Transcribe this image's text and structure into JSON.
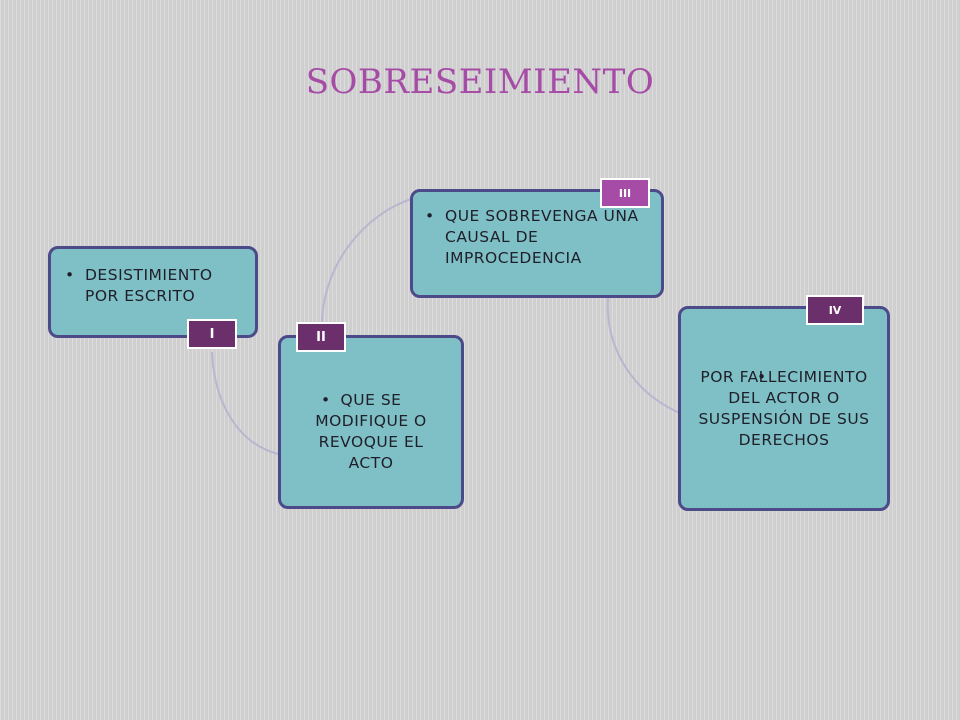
{
  "title": "SOBRESEIMIENTO",
  "colors": {
    "title": "#a64ca6",
    "box_fill": "#7fbfc6",
    "box_border": "#4d4a8a",
    "tag_dark": "#6b2f6b",
    "tag_light": "#a64ca6",
    "connector": "#b9b6cf"
  },
  "items": [
    {
      "number": "I",
      "text": "DESISTIMIENTO POR ESCRITO"
    },
    {
      "number": "II",
      "text": "QUE SE MODIFIQUE O REVOQUE EL ACTO"
    },
    {
      "number": "III",
      "text": "QUE SOBREVENGA UNA CAUSAL DE IMPROCEDENCIA"
    },
    {
      "number": "IV",
      "text": "POR FALLECIMIENTO DEL ACTOR O SUSPENSIÓN DE SUS DERECHOS"
    }
  ]
}
